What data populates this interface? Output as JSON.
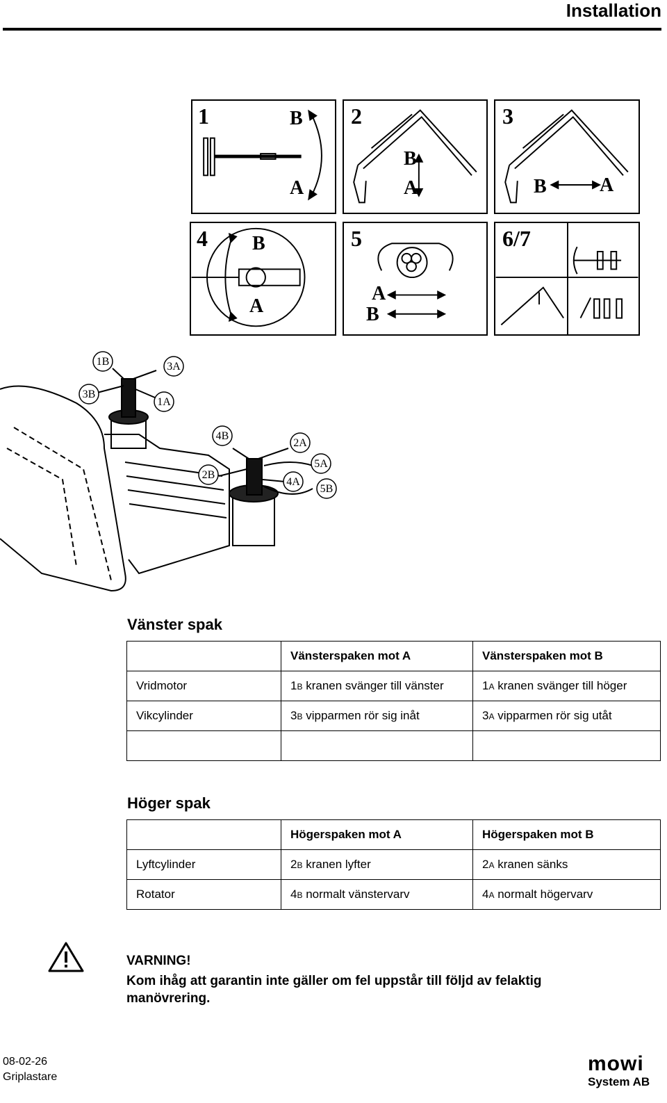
{
  "header": {
    "title": "Installation"
  },
  "diagrams": {
    "panel1": {
      "num": "1",
      "label_b": "B",
      "label_a": "A"
    },
    "panel2": {
      "num": "2",
      "label_b": "B",
      "label_a": "A"
    },
    "panel3": {
      "num": "3",
      "label_b": "B",
      "label_a": "A"
    },
    "panel4": {
      "num": "4",
      "label_b": "B",
      "label_a": "A"
    },
    "panel5": {
      "num": "5",
      "label_a": "A",
      "label_b": "B"
    },
    "panel67": {
      "num": "6/7"
    }
  },
  "lever_callouts": {
    "left": [
      "1B",
      "3A",
      "3B",
      "1A"
    ],
    "right": [
      "4B",
      "2A",
      "5A",
      "2B",
      "4A",
      "5B"
    ]
  },
  "left_lever": {
    "title": "Vänster spak",
    "headers": [
      "",
      "Vänsterspaken mot A",
      "Vänsterspaken mot B"
    ],
    "rows": [
      {
        "name": "Vridmotor",
        "a_code": "1B",
        "a_text": " kranen svänger till vänster",
        "b_code": "1A",
        "b_text": " kranen svänger till höger"
      },
      {
        "name": "Vikcylinder",
        "a_code": "3B",
        "a_text": " vipparmen rör sig inåt",
        "b_code": "3A",
        "b_text": " vipparmen rör sig utåt"
      }
    ]
  },
  "right_lever": {
    "title": "Höger spak",
    "headers": [
      "",
      "Högerspaken mot A",
      "Högerspaken mot B"
    ],
    "rows": [
      {
        "name": "Lyftcylinder",
        "a_code": "2B",
        "a_text": " kranen lyfter",
        "b_code": "2A",
        "b_text": " kranen sänks"
      },
      {
        "name": "Rotator",
        "a_code": "4B",
        "a_text": " normalt vänstervarv",
        "b_code": "4A",
        "b_text": " normalt högervarv"
      }
    ]
  },
  "warning": {
    "heading": "VARNING!",
    "text": "Kom ihåg att garantin inte gäller om fel uppstår till följd av felaktig manövrering."
  },
  "footer": {
    "date": "08-02-26",
    "product": "Griplastare",
    "logo_top": "mowi",
    "logo_bottom": "System AB"
  }
}
